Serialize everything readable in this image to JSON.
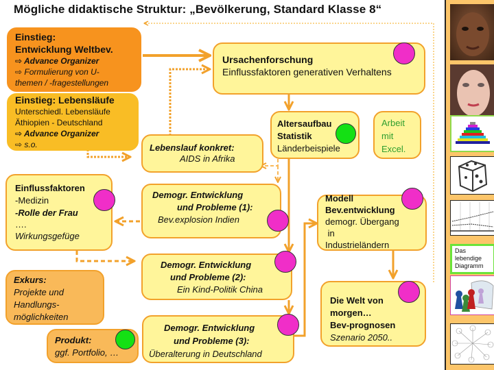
{
  "title": "Mögliche didaktische Struktur: „Bevölkerung, Standard Klasse 8“",
  "colors": {
    "box_fill": "#fff59a",
    "box_border": "#f2a12b",
    "entry_orange": "#f7931e",
    "entry_amber": "#f9bd25",
    "excursion": "#f9b959",
    "marker_pink": "#f02ec8",
    "marker_green": "#14e014",
    "excel_text": "#2f9e2f",
    "sidebar": "#fcc56a"
  },
  "boxes": {
    "einstieg_weltbev": {
      "heading1": "Einstieg:",
      "heading2": "Entwicklung  Weltbev.",
      "item1": "⇨ Advance Organizer",
      "item2": "⇨ Formulierung von U-",
      "item3": "themen / -fragestellungen"
    },
    "einstieg_lebenslaeufe": {
      "heading": "Einstieg:  Lebensläufe",
      "line1": "Unterschiedl. Lebensläufe",
      "line2": "Äthiopien - Deutschland",
      "item1": "⇨ Advance Organizer",
      "item2": "⇨ s.o."
    },
    "ursachenforschung": {
      "heading": "Ursachenforschung",
      "line1": "Einflussfaktoren generativen Verhaltens",
      "marker": "pink"
    },
    "lebenslauf_konkret": {
      "heading": "Lebenslauf konkret:",
      "line1": "AIDS in Afrika"
    },
    "altersaufbau": {
      "heading1": "Altersaufbau",
      "heading2": "Statistik",
      "line1": "Länderbeispiele",
      "marker": "green"
    },
    "excel": {
      "line1": "Arbeit",
      "line2": "mit",
      "line3": "Excel."
    },
    "einflussfaktoren": {
      "heading": "Einflussfaktoren",
      "line1": "-Medizin",
      "line2": "-Rolle der Frau",
      "line3": "….",
      "line4": "Wirkungsgefüge",
      "marker": "pink"
    },
    "demogr1": {
      "heading1": "Demogr. Entwicklung",
      "heading2": "und Probleme  (1):",
      "line1": "Bev.explosion Indien",
      "marker": "pink"
    },
    "modell": {
      "heading1": "Modell",
      "heading2": "Bev.entwicklung",
      "line1": "demogr. Übergang",
      "line2": " in",
      "line3": "Industrieländern",
      "marker": "pink"
    },
    "exkurs": {
      "heading": "Exkurs:",
      "line1": "Projekte und",
      "line2": "Handlungs-",
      "line3": "möglichkeiten"
    },
    "demogr2": {
      "heading1": "Demogr. Entwicklung",
      "heading2": "und Probleme  (2):",
      "line1": "Ein Kind-Politik China",
      "marker": "pink"
    },
    "welt_morgen": {
      "heading1": "Die Welt von",
      "heading2": "morgen…",
      "heading3": "Bev-prognosen",
      "line1": "Szenario 2050..",
      "marker": "pink"
    },
    "produkt": {
      "heading": "Produkt:",
      "line1": "ggf. Portfolio, …",
      "marker": "green"
    },
    "demogr3": {
      "heading1": "Demogr. Entwicklung",
      "heading2": "und Probleme  (3):",
      "line1": "Überalterung in Deutschland",
      "marker": "pink"
    }
  },
  "sidebar": {
    "items": [
      {
        "name": "portrait-girl-ethiopia"
      },
      {
        "name": "portrait-girl-germany"
      },
      {
        "name": "population-pyramid-chart"
      },
      {
        "name": "dice"
      },
      {
        "name": "line-diagram"
      },
      {
        "name": "lively-diagram",
        "label_line1": "Das",
        "label_line2": "lebendige",
        "label_line3": "Diagramm"
      },
      {
        "name": "game-pawns"
      },
      {
        "name": "mind-map"
      }
    ]
  }
}
